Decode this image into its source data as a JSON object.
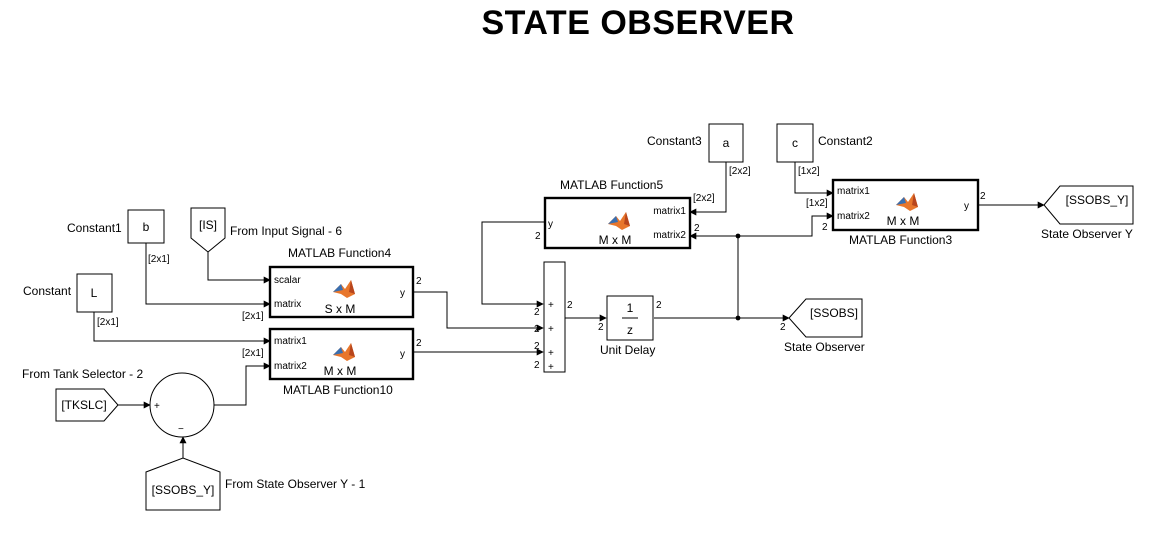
{
  "title": "STATE OBSERVER",
  "blocks": {
    "constant3": {
      "name": "Constant3",
      "value": "a",
      "out_dim": "[2x2]"
    },
    "constant2": {
      "name": "Constant2",
      "value": "c",
      "out_dim": "[1x2]"
    },
    "constant1": {
      "name": "Constant1",
      "value": "b",
      "out_dim": "[2x1]"
    },
    "constant": {
      "name": "Constant",
      "value": "L",
      "out_dim": "[2x1]"
    },
    "from_input_signal": {
      "name": "From Input Signal - 6",
      "tag": "[IS]"
    },
    "from_tank_selector": {
      "name": "From Tank Selector - 2",
      "tag": "[TKSLC]"
    },
    "from_state_observer_y": {
      "name": "From State Observer Y - 1",
      "tag": "[SSOBS_Y]"
    },
    "goto_state_observer_y": {
      "name": "State Observer Y",
      "tag": "[SSOBS_Y]"
    },
    "goto_state_observer": {
      "name": "State Observer",
      "tag": "[SSOBS]"
    },
    "mfunc5": {
      "name": "MATLAB Function5",
      "in1": "matrix1",
      "in2": "matrix2",
      "out": "y",
      "op": "M  x  M"
    },
    "mfunc3": {
      "name": "MATLAB Function3",
      "in1": "matrix1",
      "in2": "matrix2",
      "out": "y",
      "op": "M  x  M"
    },
    "mfunc4": {
      "name": "MATLAB Function4",
      "in1": "scalar",
      "in2": "matrix",
      "out": "y",
      "op": "S  x  M"
    },
    "mfunc10": {
      "name": "MATLAB Function10",
      "in1": "matrix1",
      "in2": "matrix2",
      "out": "y",
      "op": "M  x  M"
    },
    "unit_delay": {
      "name": "Unit Delay",
      "num": "1",
      "den": "z"
    },
    "sum_top": {
      "signs": [
        "+",
        "+",
        "+",
        "+"
      ]
    },
    "sum_round": {
      "plus": "+",
      "minus": "−"
    }
  },
  "signals": {
    "dim_2": "2",
    "dim_2x2": "[2x2]",
    "dim_1x2": "[1x2]",
    "dim_2x1": "[2x1]"
  },
  "colors": {
    "line": "#000000",
    "background": "#ffffff",
    "matlab_icon_orange": "#e8762b",
    "matlab_icon_blue": "#3a6fb0"
  }
}
